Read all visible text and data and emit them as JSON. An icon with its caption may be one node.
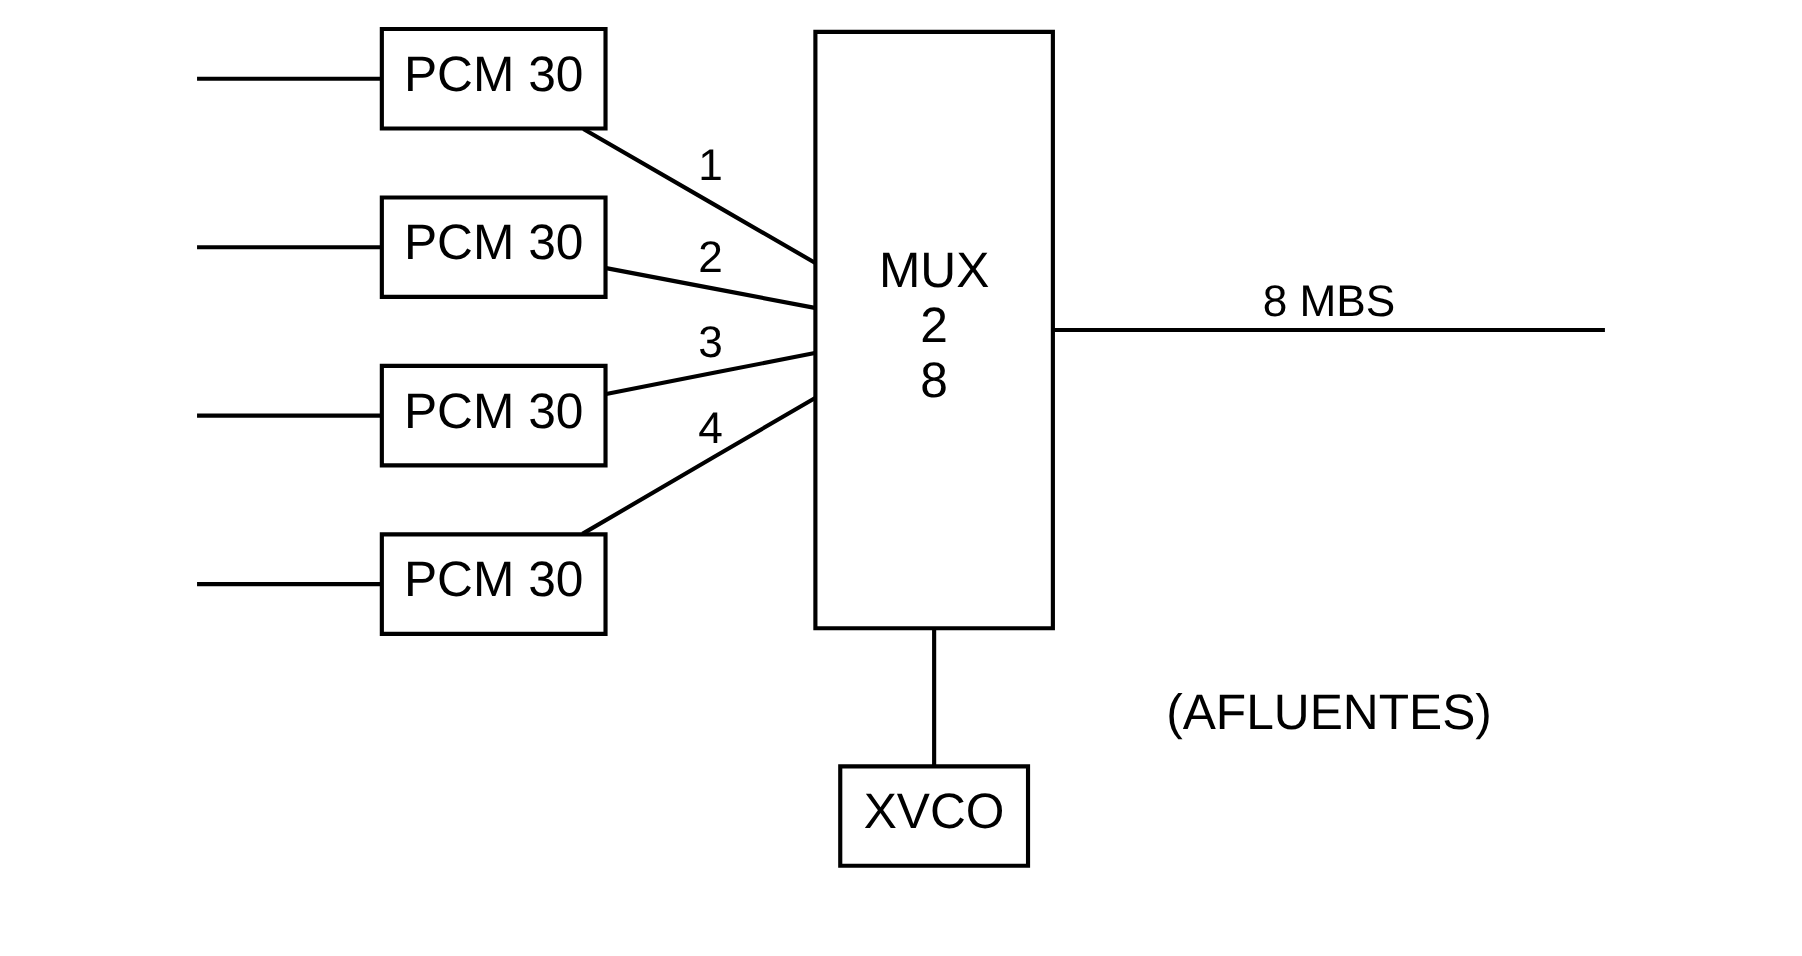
{
  "diagram": {
    "nodes": [
      {
        "text": [
          "PCM 30"
        ]
      },
      {
        "text": [
          "PCM 30"
        ]
      },
      {
        "text": [
          "PCM 30"
        ]
      },
      {
        "text": [
          "PCM 30"
        ]
      },
      {
        "text": [
          "MUX",
          "2",
          "8"
        ]
      },
      {
        "text": [
          "XVCO"
        ]
      }
    ],
    "edges": [
      {
        "from": null,
        "to": 0,
        "arrow": "none"
      },
      {
        "from": null,
        "to": 1,
        "arrow": "none"
      },
      {
        "from": null,
        "to": 2,
        "arrow": "none"
      },
      {
        "from": null,
        "to": 3,
        "arrow": "none"
      },
      {
        "from": 0,
        "to": 4,
        "label": "1",
        "arrow": "none"
      },
      {
        "from": 1,
        "to": 4,
        "label": "2",
        "arrow": "none"
      },
      {
        "from": 2,
        "to": 4,
        "label": "3",
        "arrow": "none"
      },
      {
        "from": 3,
        "to": 4,
        "label": "4",
        "arrow": "none"
      },
      {
        "from": 4,
        "to": null,
        "label": "8 MBS",
        "arrow": "none"
      },
      {
        "from": 4,
        "to": 5,
        "arrow": "none"
      }
    ],
    "labels": [
      "(AFLUENTES)"
    ]
  }
}
